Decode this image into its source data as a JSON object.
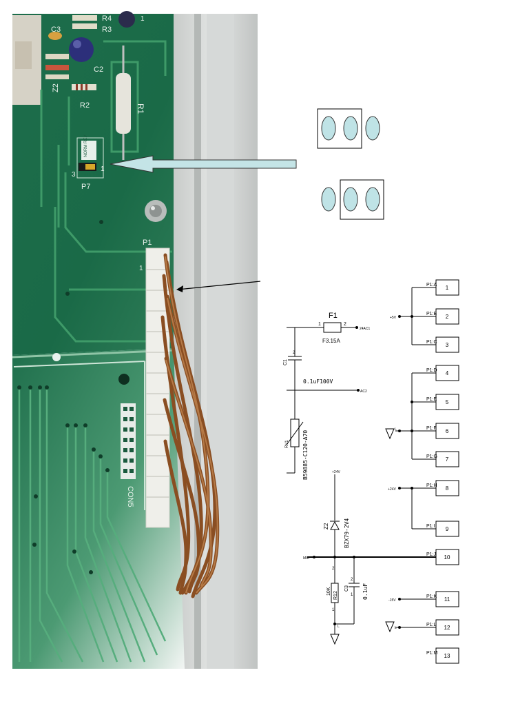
{
  "colors": {
    "pcb_green": "#1e6b4a",
    "pcb_trace": "#3f9a68",
    "wire_brown": "#8a4e22",
    "jumper_circle": "#bfe3e6",
    "arrow_fill": "#c4e4e6"
  },
  "board": {
    "labels": {
      "c3": "C3",
      "r4": "R4",
      "r3": "R3",
      "c2": "C2",
      "z2": "Z2",
      "r2": "R2",
      "r1": "R1",
      "p7": "P7",
      "p1": "P1",
      "con5": "CON5",
      "num1_top": "1",
      "num1_conn": "1",
      "jumper_pin_left": "3",
      "jumper_pin_right": "1",
      "jumper_silkscreen": "NORM REV"
    }
  },
  "schematic": {
    "fuse": {
      "name": "F1",
      "rating": "F3.15A",
      "pin_left": "1",
      "pin_right": "2",
      "net_right": "24AC1"
    },
    "cap_c1": {
      "label": "C1",
      "value": "0.1uF100V",
      "net_right": "AC2"
    },
    "varistor": {
      "label": "RV1",
      "part": "B59885-C120-A70"
    },
    "zener": {
      "label": "Z2",
      "part": "BZX79-2V4",
      "net_top": "+24V"
    },
    "resistor": {
      "label": "R12",
      "value": "10K",
      "pin_top": "2",
      "pin_bot": "1"
    },
    "cap_c3": {
      "label": "C3",
      "value": "0.1uF",
      "pin_top": "2",
      "pin_bot": "1"
    },
    "nets": {
      "plus5v": "+5V",
      "plus24v": "+24V",
      "mid": "MID",
      "minus15v": "-15V",
      "ground": "L"
    },
    "connector": [
      {
        "ref": "P1:A",
        "pin": "1"
      },
      {
        "ref": "P1:B",
        "pin": "2"
      },
      {
        "ref": "P1:C",
        "pin": "3"
      },
      {
        "ref": "P1:D",
        "pin": "4"
      },
      {
        "ref": "P1:E",
        "pin": "5"
      },
      {
        "ref": "P1:F",
        "pin": "6"
      },
      {
        "ref": "P1:G",
        "pin": "7"
      },
      {
        "ref": "P1:H",
        "pin": "8"
      },
      {
        "ref": "P1:I",
        "pin": "9"
      },
      {
        "ref": "P1:J",
        "pin": "10"
      },
      {
        "ref": "P1:K",
        "pin": "11"
      },
      {
        "ref": "P1:L",
        "pin": "12"
      },
      {
        "ref": "P1:M",
        "pin": "13"
      }
    ]
  }
}
